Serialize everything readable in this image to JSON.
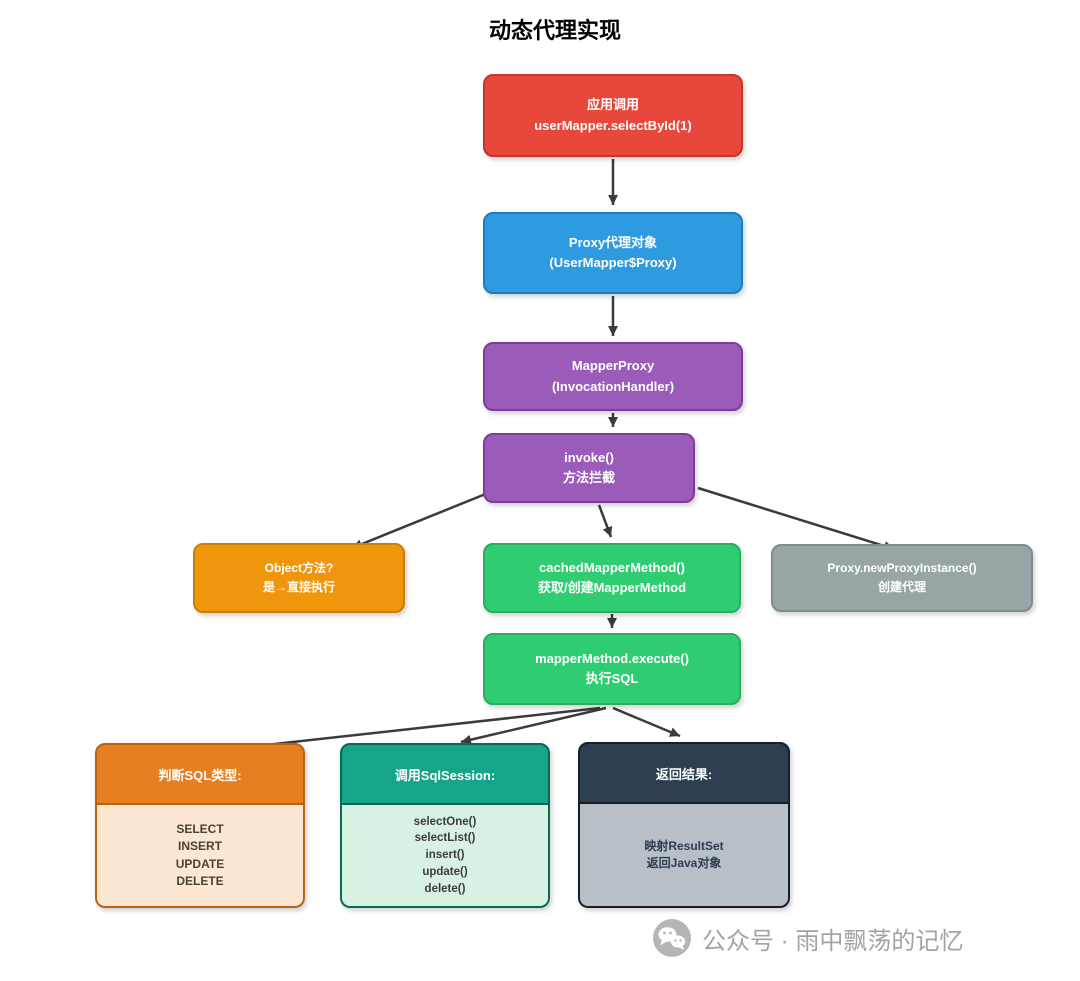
{
  "title": "动态代理实现",
  "nodes": {
    "app_call": {
      "line1": "应用调用",
      "line2": "userMapper.selectById(1)"
    },
    "proxy_object": {
      "line1": "Proxy代理对象",
      "line2": "(UserMapper$Proxy)"
    },
    "mapper_proxy": {
      "line1": "MapperProxy",
      "line2": "(InvocationHandler)"
    },
    "invoke": {
      "line1": "invoke()",
      "line2": "方法拦截"
    },
    "object_method": {
      "line1": "Object方法?",
      "line2": "是→直接执行"
    },
    "cached_mapper_method": {
      "line1": "cachedMapperMethod()",
      "line2": "获取/创建MapperMethod"
    },
    "new_proxy_instance": {
      "line1": "Proxy.newProxyInstance()",
      "line2": "创建代理"
    },
    "mapper_method_execute": {
      "line1": "mapperMethod.execute()",
      "line2": "执行SQL"
    },
    "sql_type": {
      "header": "判断SQL类型:",
      "body": [
        "SELECT",
        "INSERT",
        "UPDATE",
        "DELETE"
      ]
    },
    "sql_session": {
      "header": "调用SqlSession:",
      "body": [
        "selectOne()",
        "selectList()",
        "insert()",
        "update()",
        "delete()"
      ]
    },
    "result": {
      "header": "返回结果:",
      "body": [
        "映射ResultSet",
        "返回Java对象"
      ]
    }
  },
  "watermark": {
    "text": "公众号 · 雨中飘荡的记忆"
  },
  "colors": {
    "app_call": {
      "fill": "#E8483B",
      "stroke": "#C0392B",
      "text": "#FFFFFF"
    },
    "proxy_object": {
      "fill": "#2E9BE0",
      "stroke": "#1F7BBF",
      "text": "#FFFFFF"
    },
    "mapper_proxy": {
      "fill": "#9A5CB8",
      "stroke": "#7D3C98",
      "text": "#FFFFFF"
    },
    "invoke": {
      "fill": "#9A5CB8",
      "stroke": "#7D3C98",
      "text": "#FFFFFF"
    },
    "object_method": {
      "fill": "#F0960C",
      "stroke": "#C87F0A",
      "text": "#FFFFFF"
    },
    "cached_mapper_method": {
      "fill": "#2FCC71",
      "stroke": "#27AE60",
      "text": "#FFFFFF"
    },
    "new_proxy_instance": {
      "fill": "#97A5A6",
      "stroke": "#7F8C8D",
      "text": "#FFFFFF"
    },
    "mapper_method_execute": {
      "fill": "#2FCC71",
      "stroke": "#27AE60",
      "text": "#FFFFFF"
    },
    "sql_type_header": {
      "fill": "#E67E22",
      "stroke": "#B9630F",
      "text": "#FFFFFF"
    },
    "sql_type_body": {
      "fill": "#FCE8D2",
      "stroke": "#B9630F",
      "text": "#4A4236"
    },
    "sql_session_header": {
      "fill": "#17A589",
      "stroke": "#0E6655",
      "text": "#FFFFFF"
    },
    "sql_session_body": {
      "fill": "#D7F2E3",
      "stroke": "#0E6655",
      "text": "#3C3C3C"
    },
    "result_header": {
      "fill": "#2C3E50",
      "stroke": "#17202A",
      "text": "#FFFFFF"
    },
    "result_body": {
      "fill": "#B9BFC6",
      "stroke": "#17202A",
      "text": "#2C3E50"
    },
    "arrow": "#3B3B3B",
    "title_text": "#000000",
    "watermark_text": "#A3A3A3"
  }
}
